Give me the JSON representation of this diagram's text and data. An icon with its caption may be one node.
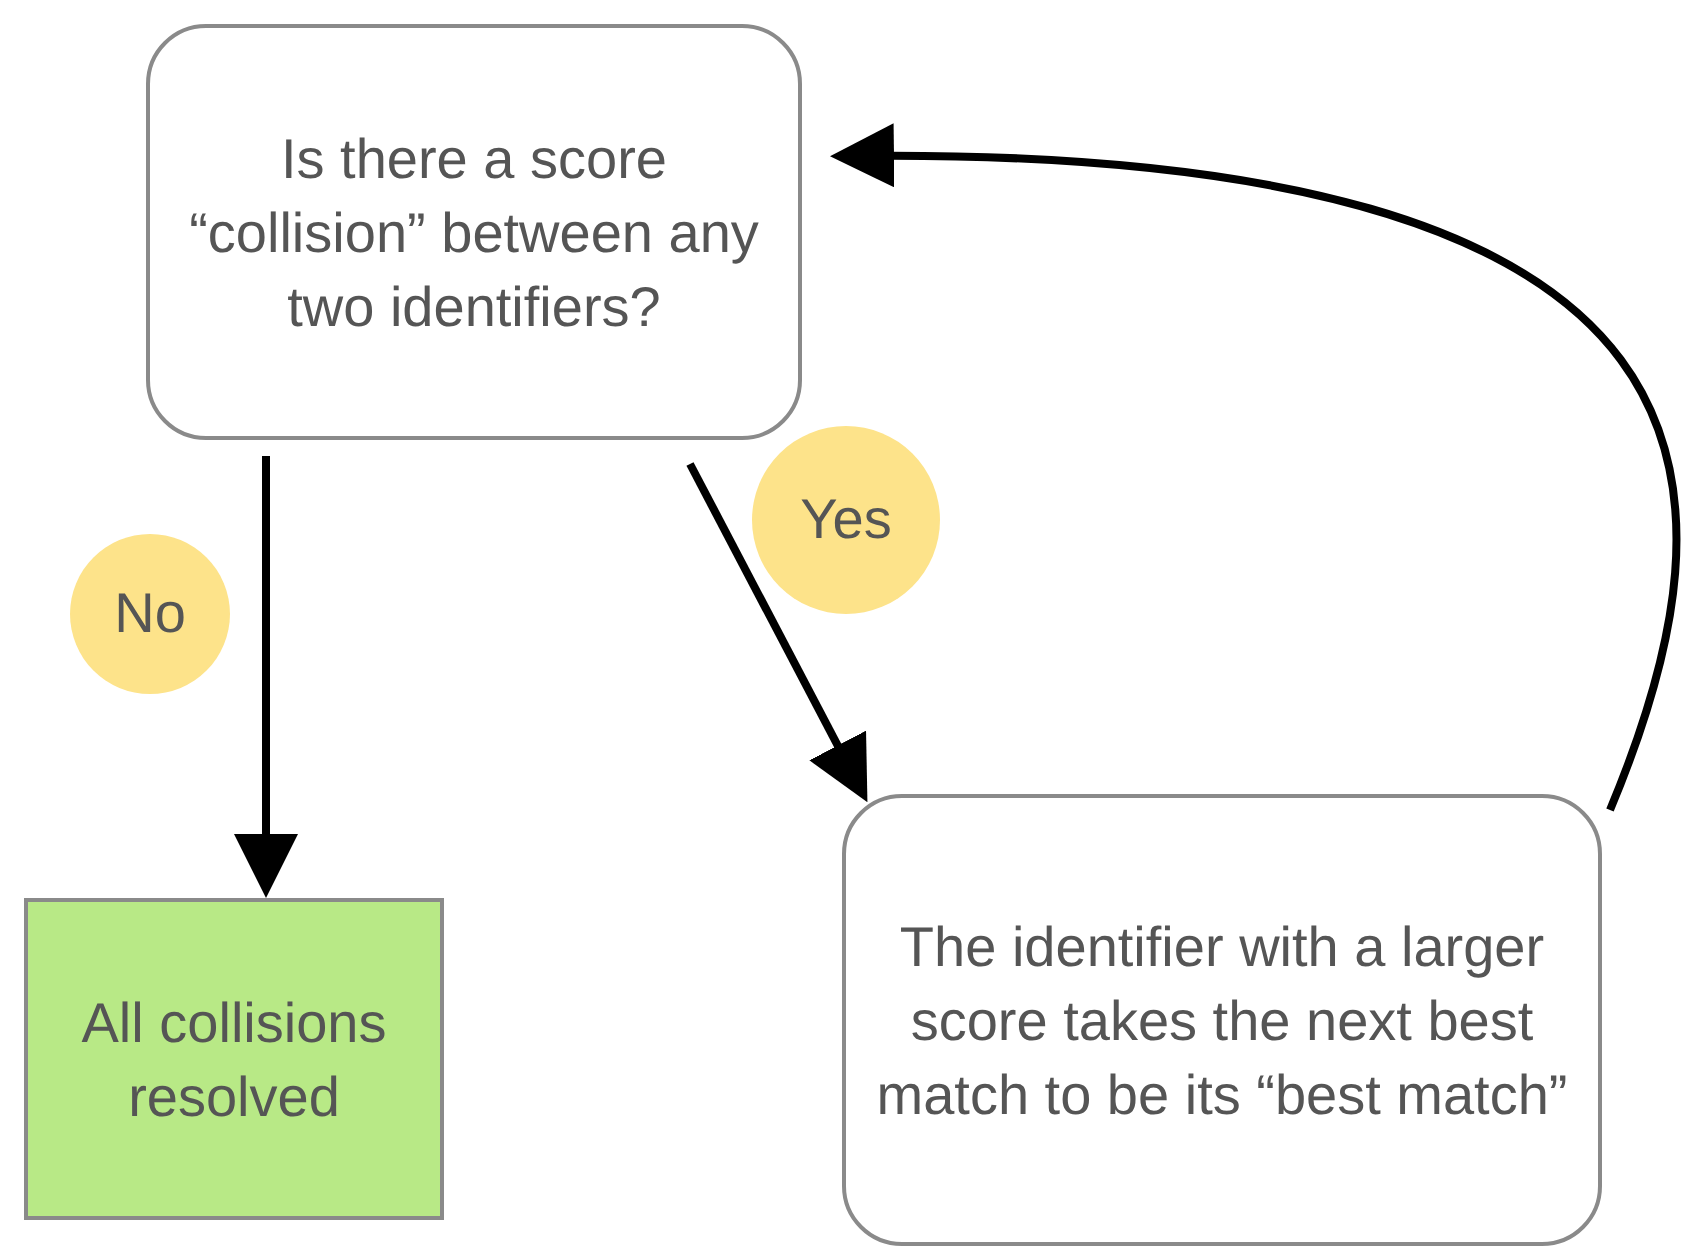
{
  "diagram": {
    "nodes": [
      {
        "text": [
          "Is there a score “collision” between any two identifiers?"
        ]
      },
      {
        "text": [
          "All collisions resolved"
        ]
      },
      {
        "text": [
          "The identifier with a larger score takes the next best match to be its “best match”"
        ]
      }
    ],
    "edges": [
      {
        "from": 0,
        "to": 1,
        "arrow": "to",
        "label": "No"
      },
      {
        "from": 0,
        "to": 2,
        "arrow": "to",
        "label": "Yes"
      },
      {
        "from": 2,
        "to": 0,
        "arrow": "to"
      }
    ]
  }
}
